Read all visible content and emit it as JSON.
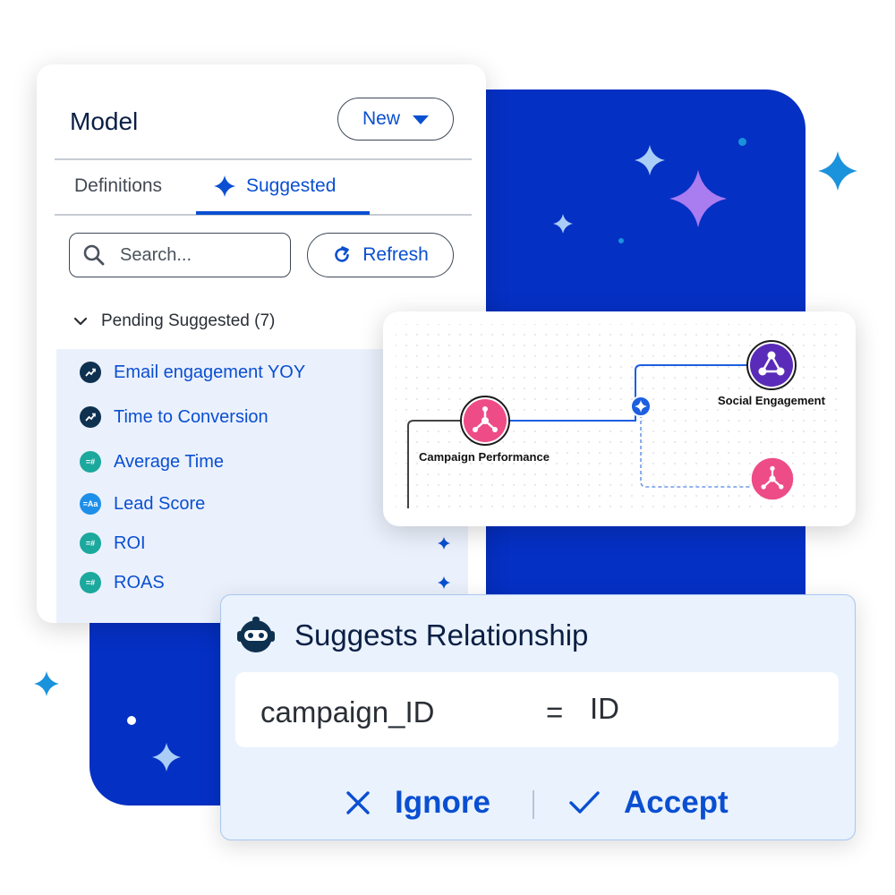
{
  "panel": {
    "title": "Model",
    "new_button": "New",
    "tabs": [
      {
        "label": "Definitions",
        "active": false
      },
      {
        "label": "Suggested",
        "active": true
      }
    ],
    "search_placeholder": "Search...",
    "refresh_label": "Refresh",
    "group_label": "Pending Suggested (7)",
    "items": [
      {
        "label": "Email engagement YOY",
        "icon": "trend-icon"
      },
      {
        "label": "Time to Conversion",
        "icon": "trend-icon"
      },
      {
        "label": "Average Time",
        "icon": "number-icon"
      },
      {
        "label": "Lead Score",
        "icon": "text-icon"
      },
      {
        "label": "ROI",
        "icon": "number-icon"
      },
      {
        "label": "ROAS",
        "icon": "number-icon"
      }
    ]
  },
  "diagram": {
    "nodes": [
      {
        "label": "Campaign Performance",
        "color": "#ee4c86"
      },
      {
        "label": "Social Engagement",
        "color": "#5a2bb8"
      }
    ]
  },
  "relationship": {
    "title": "Suggests Relationship",
    "left_field": "campaign_ID",
    "operator": "=",
    "right_field": "ID",
    "ignore_label": "Ignore",
    "accept_label": "Accept"
  },
  "colors": {
    "accent": "#0a4fd1",
    "brand_blue": "#0530c4",
    "pink": "#ee4c86",
    "purple": "#5a2bb8"
  }
}
